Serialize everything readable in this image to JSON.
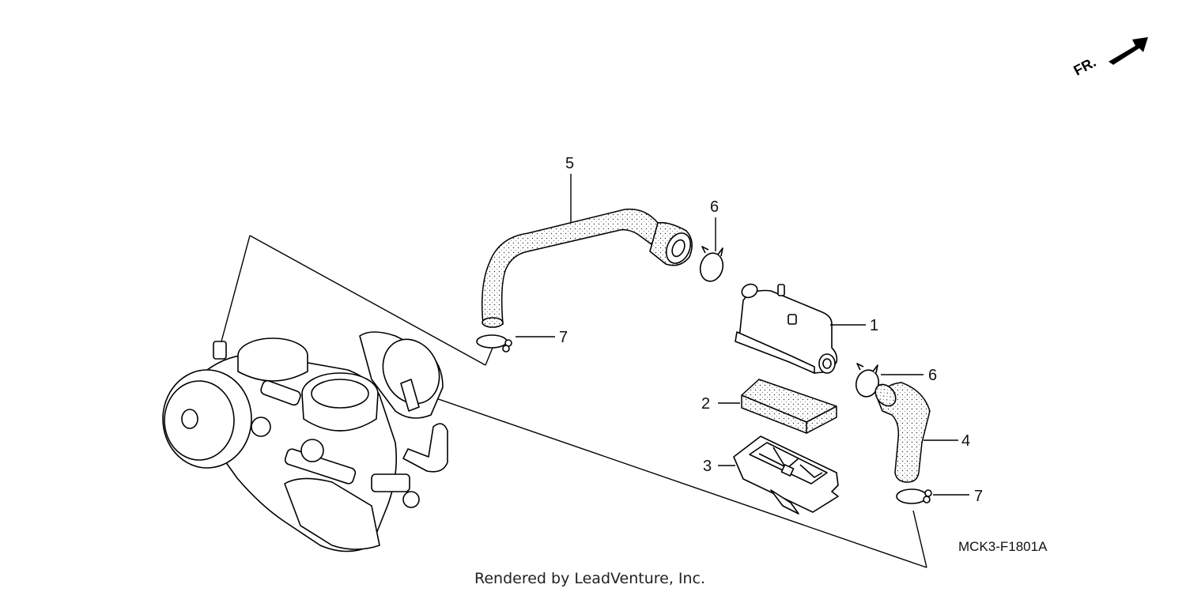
{
  "diagram": {
    "direction_label": "FR.",
    "diagram_code": "MCK3-F1801A",
    "credit": "Rendered by LeadVenture, Inc.",
    "callouts": [
      "1",
      "2",
      "3",
      "4",
      "5",
      "6",
      "6",
      "7",
      "7"
    ]
  }
}
